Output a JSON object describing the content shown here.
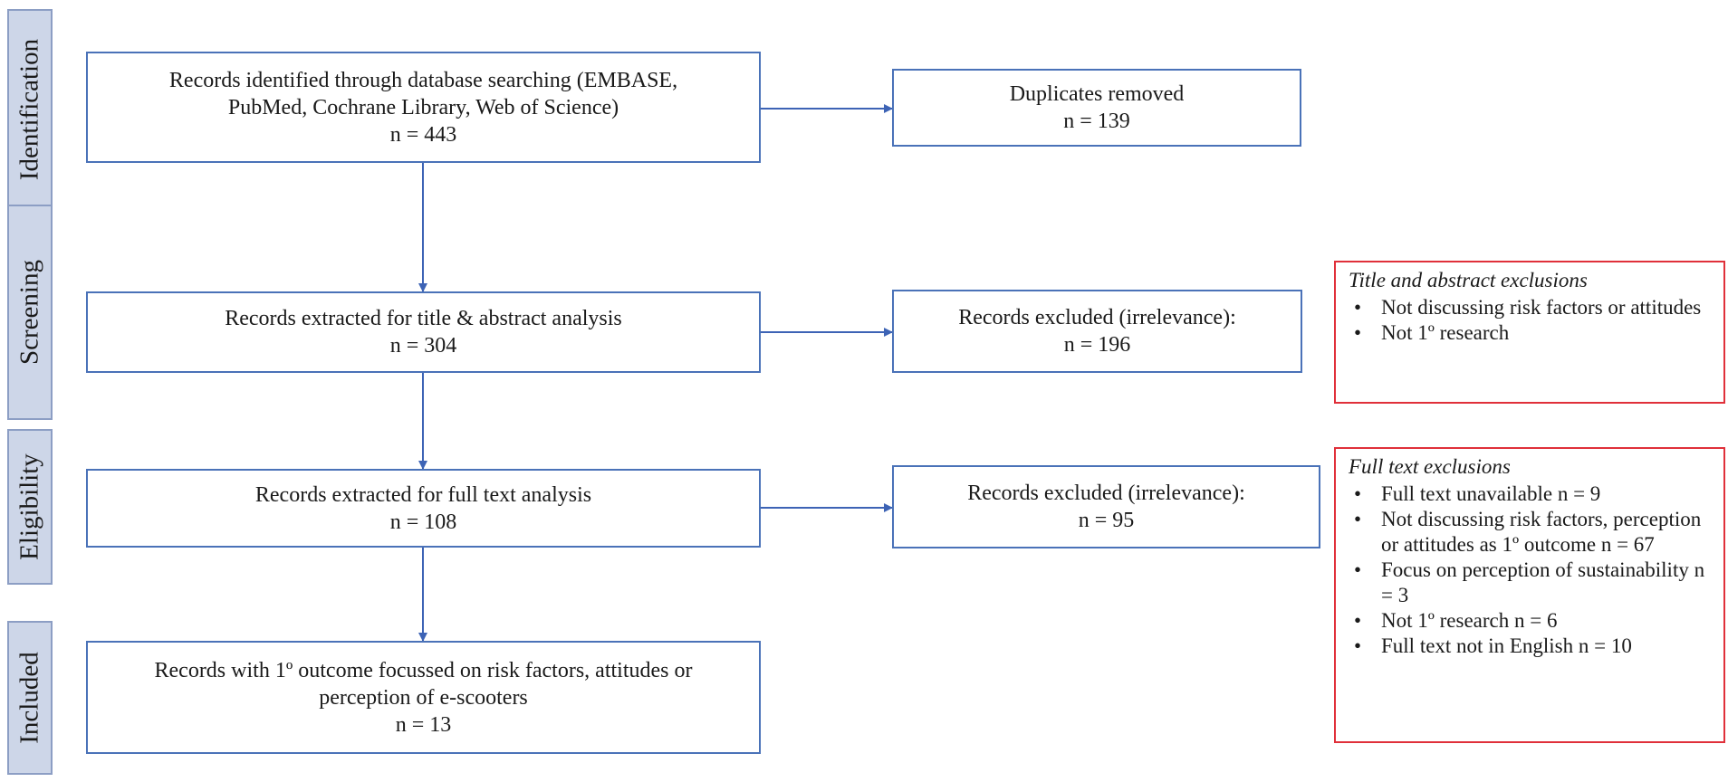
{
  "stages": {
    "identification": "Identification",
    "screening": "Screening",
    "eligibility": "Eligibility",
    "included": "Included"
  },
  "identified": {
    "line1": "Records identified through database searching (EMBASE,",
    "line2": "PubMed, Cochrane Library, Web of Science)",
    "count": "n = 443"
  },
  "duplicates": {
    "line1": "Duplicates removed",
    "count": "n = 139"
  },
  "screened": {
    "line1": "Records extracted for title & abstract analysis",
    "count": "n = 304"
  },
  "screen_excluded": {
    "line1": "Records excluded (irrelevance):",
    "count": "n = 196"
  },
  "title_abstract_exclusions": {
    "heading": "Title and abstract exclusions",
    "items": [
      "Not discussing risk factors or attitudes",
      "Not 1º research"
    ]
  },
  "eligible": {
    "line1": "Records extracted for full text analysis",
    "count": "n = 108"
  },
  "eligible_excluded": {
    "line1": "Records excluded (irrelevance):",
    "count": "n = 95"
  },
  "full_text_exclusions": {
    "heading": "Full text exclusions",
    "items": [
      "Full text unavailable n = 9",
      "Not discussing risk factors, perception or attitudes as 1º outcome n = 67",
      "Focus on perception of sustainability n = 3",
      "Not 1º research n = 6",
      "Full text not in English n = 10"
    ]
  },
  "included": {
    "line1": "Records with 1º outcome focussed on risk factors, attitudes or",
    "line2": "perception of e-scooters",
    "count": "n = 13"
  },
  "colors": {
    "box_border": "#4a72b8",
    "exclusion_border": "#e0303a",
    "stage_fill": "#cdd6e8",
    "arrow": "#3d63b5"
  }
}
